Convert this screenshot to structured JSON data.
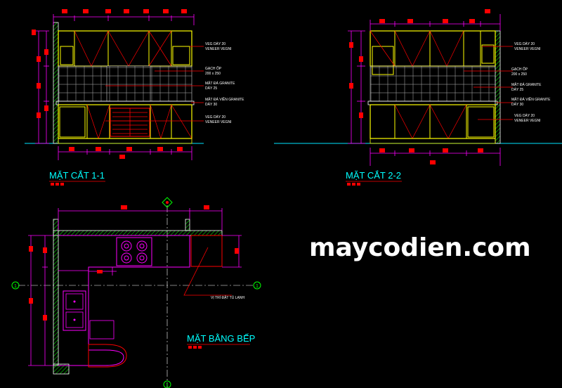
{
  "watermark": "maycodien.com",
  "section_1_1": {
    "title": "MẶT CẮT 1-1",
    "notes": [
      "VEG DÀY 20",
      "VENEER VEGNI",
      "GẠCH ỐP",
      "200 x 250",
      "MẶT ĐÁ GRANITE",
      "DÀY 25",
      "MẶT ĐÁ VIỀN GRANITE",
      "DÀY 30",
      "VEG DÀY 20",
      "VENEER VEGNI"
    ]
  },
  "section_2_2": {
    "title": "MẶT CẮT 2-2",
    "notes": [
      "VEG DÀY 20",
      "VENEER VEGNI",
      "GẠCH ỐP",
      "200 x 250",
      "MẶT ĐÁ GRANITE",
      "DÀY 25",
      "MẶT ĐÁ VIỀN GRANITE",
      "DÀY 30",
      "VEG DÀY 20",
      "VENEER VEGNI"
    ]
  },
  "plan": {
    "title": "MẶT BẰNG BẾP",
    "fridge_note": "VỊ TRÍ ĐẶT TỦ LẠNH",
    "axis_label": "1"
  },
  "colors": {
    "background": "#000000",
    "cabinet": "#ffff00",
    "dimension": "#ff00ff",
    "annotation": "#ff0000",
    "title": "#00ffff",
    "ground": "#00e5ff",
    "wall": "#ffffff",
    "axis": "#00ff00"
  }
}
